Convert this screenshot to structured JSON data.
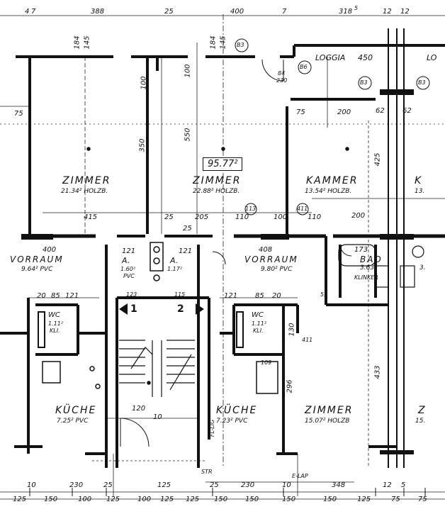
{
  "rooms": {
    "zimmer1": {
      "name": "ZIMMER",
      "area": "21.34² HOLZB."
    },
    "zimmer2": {
      "name": "ZIMMER",
      "area": "22.88² HOLZB."
    },
    "kammer": {
      "name": "KAMMER",
      "area": "13.54² HOLZB."
    },
    "k_edge": {
      "name": "K",
      "area": "13."
    },
    "loggia": {
      "name": "LOGGIA",
      "dim": "450",
      "edge": "LO"
    },
    "vorraum1": {
      "name": "VORRAUM",
      "area": "9.64² PVC"
    },
    "vorraum2": {
      "name": "VORRAUM",
      "area": "9.80² PVC"
    },
    "bad": {
      "name": "BAD",
      "area": "3.63²",
      "floor": "KLINKER",
      "edge": "3."
    },
    "wc1": {
      "name": "WC",
      "area": "1.11²",
      "floor": "KLI."
    },
    "wc2": {
      "name": "WC",
      "area": "1.11²",
      "floor": "KLI."
    },
    "kueche1": {
      "name": "KÜCHE",
      "area": "7.25² PVC"
    },
    "kueche2": {
      "name": "KÜCHE",
      "area": "7.23² PVC"
    },
    "zimmer3": {
      "name": "ZIMMER",
      "area": "15.07² HOLZB"
    },
    "z_edge": {
      "name": "Z",
      "area": "15."
    },
    "a1": {
      "name": "A.",
      "area": "1.60²",
      "floor": "PVC"
    },
    "a2": {
      "name": "A.",
      "area": "1.17²"
    }
  },
  "boxed_value": "95.77²",
  "stairs": {
    "left": "1",
    "right": "2"
  },
  "top_dims": [
    "4",
    "7",
    "388",
    "25",
    "400",
    "7",
    "318",
    "5",
    "12",
    "12"
  ],
  "dims": {
    "t184": "184",
    "t145": "145",
    "t184b": "184",
    "t145b": "145",
    "d100a": "100",
    "d350": "350",
    "d550": "550",
    "d100b": "100",
    "d75a": "75",
    "d75b": "75",
    "d200": "200",
    "d62a": "62",
    "d62b": "62",
    "d425": "425",
    "d230": "230",
    "d84": "84",
    "d415": "415",
    "d25a": "25",
    "d25b": "25",
    "d205": "205",
    "d110a": "110",
    "d100c": "100",
    "d110b": "110",
    "d200b": "200",
    "d400": "400",
    "d408": "408",
    "d121a": "121",
    "d121b": "121",
    "d173": "173",
    "d123": "123",
    "d115": "115",
    "d85a": "85",
    "d85b": "85",
    "d20a": "20",
    "d20b": "20",
    "d121c": "121",
    "d121d": "121",
    "d130": "130",
    "d296": "296",
    "d433": "433",
    "d120": "120",
    "d10": "10",
    "d55": "55",
    "d411": "411",
    "d109": "109"
  },
  "bottom_row1": [
    "10",
    "230",
    "25",
    "125",
    "25",
    "230",
    "10",
    "348",
    "12",
    "5"
  ],
  "bottom_row2": [
    "125",
    "150",
    "100",
    "125",
    "100",
    "125",
    "125",
    "150",
    "150",
    "150",
    "150",
    "125",
    "75",
    "75"
  ],
  "markers": {
    "b3a": "B3",
    "b6": "B6",
    "b3b": "B3",
    "b3c": "B3",
    "m113": "113",
    "m411": "411",
    "elap": "E-LAP",
    "fllig": "FL-LIG",
    "trk": "STR"
  }
}
